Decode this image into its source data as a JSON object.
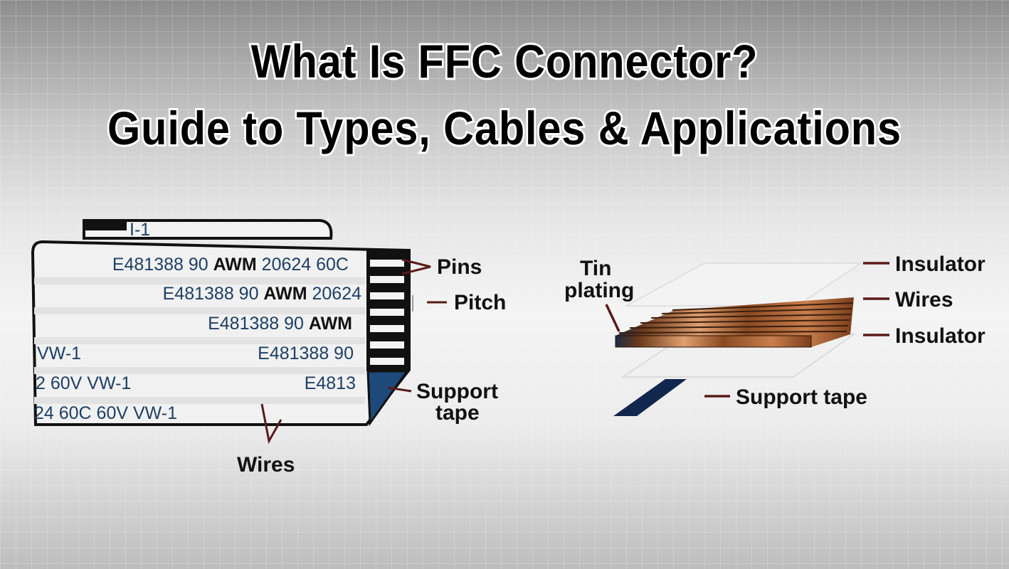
{
  "title": {
    "line1": "What Is FFC Connector?",
    "line2": "Guide to Types, Cables & Applications"
  },
  "cable_diagram": {
    "top_marking": "I-1",
    "markings": [
      {
        "pre": "E481388 90 ",
        "bold": "AWM",
        "post": " 20624 60C"
      },
      {
        "pre": "E481388 90 ",
        "bold": "AWM",
        "post": " 20624"
      },
      {
        "pre": "E481388 90 ",
        "bold": "AWM",
        "post": ""
      },
      {
        "pre": "E481388 90",
        "bold": "",
        "post": ""
      },
      {
        "pre": "E4813",
        "bold": "",
        "post": ""
      },
      {
        "pre": "VW-1",
        "bold": "",
        "post": ""
      },
      {
        "pre": "2 60V VW-1",
        "bold": "",
        "post": ""
      },
      {
        "pre": "24 60C 60V VW-1",
        "bold": "",
        "post": ""
      }
    ],
    "labels": {
      "pins": "Pins",
      "pitch": "Pitch",
      "support_tape_1": "Support",
      "support_tape_2": "tape",
      "wires": "Wires"
    }
  },
  "layer_diagram": {
    "labels": {
      "tin_plating_1": "Tin",
      "tin_plating_2": "plating",
      "insulator_top": "Insulator",
      "wires": "Wires",
      "insulator_bottom": "Insulator",
      "support_tape": "Support tape"
    }
  },
  "colors": {
    "leader": "#5a1a1a",
    "copper": "#b5693a",
    "tape": "#12274d"
  }
}
